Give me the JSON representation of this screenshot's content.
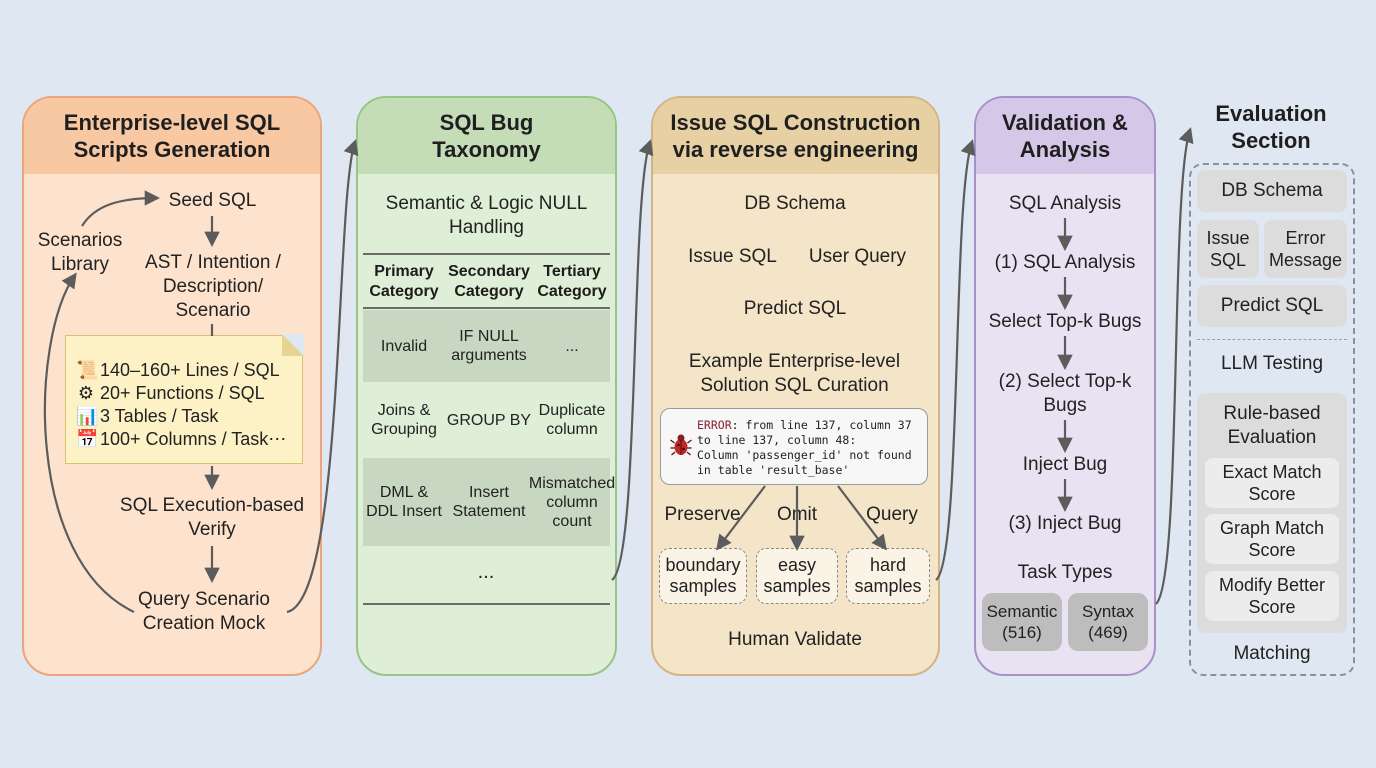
{
  "panel1": {
    "title": "Enterprise-level SQL Scripts Generation",
    "seed_sql": "Seed SQL",
    "scenarios_library": "Scenarios Library",
    "ast_line": "AST / Intention / Description/ Scenario",
    "note": [
      {
        "icon": "scroll-icon",
        "glyph": "📜",
        "text": "140–160+ Lines / SQL"
      },
      {
        "icon": "gear-icon",
        "glyph": "⚙",
        "text": "20+ Functions / SQL"
      },
      {
        "icon": "bar-chart-icon",
        "glyph": "📊",
        "text": "3 Tables / Task"
      },
      {
        "icon": "calendar-icon",
        "glyph": "📅",
        "text": "100+ Columns / Task⋯"
      }
    ],
    "verify": "SQL Execution-based Verify",
    "mock": "Query Scenario Creation Mock"
  },
  "panel2": {
    "title": "SQL Bug Taxonomy",
    "subtitle": "Semantic & Logic NULL Handling",
    "headers": [
      "Primary Category",
      "Secondary Category",
      "Tertiary Category"
    ],
    "rows": [
      [
        "Invalid",
        "IF NULL arguments",
        "..."
      ],
      [
        "Joins & Grouping",
        "GROUP BY",
        "Duplicate column"
      ],
      [
        "DML & DDL Insert",
        "Insert Statement",
        "Mismatched column count"
      ]
    ],
    "ellipsis": "..."
  },
  "panel3": {
    "title": "Issue SQL Construction via reverse engineering",
    "db_schema": "DB Schema",
    "issue_sql": "Issue SQL",
    "user_query": "User Query",
    "predict_sql": "Predict SQL",
    "curation": "Example Enterprise-level Solution SQL Curation",
    "error_kw": "ERROR",
    "error_text": ": from line 137, column 37\nto line 137, column 48:\nColumn 'passenger_id' not found\nin table 'result_base'",
    "preserve": "Preserve",
    "omit": "Omit",
    "query": "Query",
    "boundary": "boundary samples",
    "easy": "easy samples",
    "hard": "hard samples",
    "human_validate": "Human Validate"
  },
  "panel4": {
    "title": "Validation & Analysis",
    "steps": [
      "SQL Analysis",
      "(1) SQL Analysis",
      "Select Top-k Bugs",
      "(2) Select Top-k Bugs",
      "Inject Bug",
      "(3) Inject Bug"
    ],
    "task_types": "Task Types",
    "semantic": "Semantic (516)",
    "syntax": "Syntax (469)"
  },
  "panel5": {
    "title": "Evaluation Section",
    "db_schema": "DB Schema",
    "issue_sql": "Issue SQL",
    "error_message": "Error Message",
    "predict_sql": "Predict SQL",
    "llm_testing": "LLM Testing",
    "rule_based": "Rule-based Evaluation",
    "exact": "Exact Match Score",
    "graph": "Graph Match Score",
    "modify": "Modify Better Score",
    "matching": "Matching"
  },
  "colors": {
    "panel1": "#fde3cd",
    "panel2": "#dfeed7",
    "panel3": "#f4e4c8",
    "panel4": "#e9e2f2",
    "arrow": "#5c5c5c"
  }
}
